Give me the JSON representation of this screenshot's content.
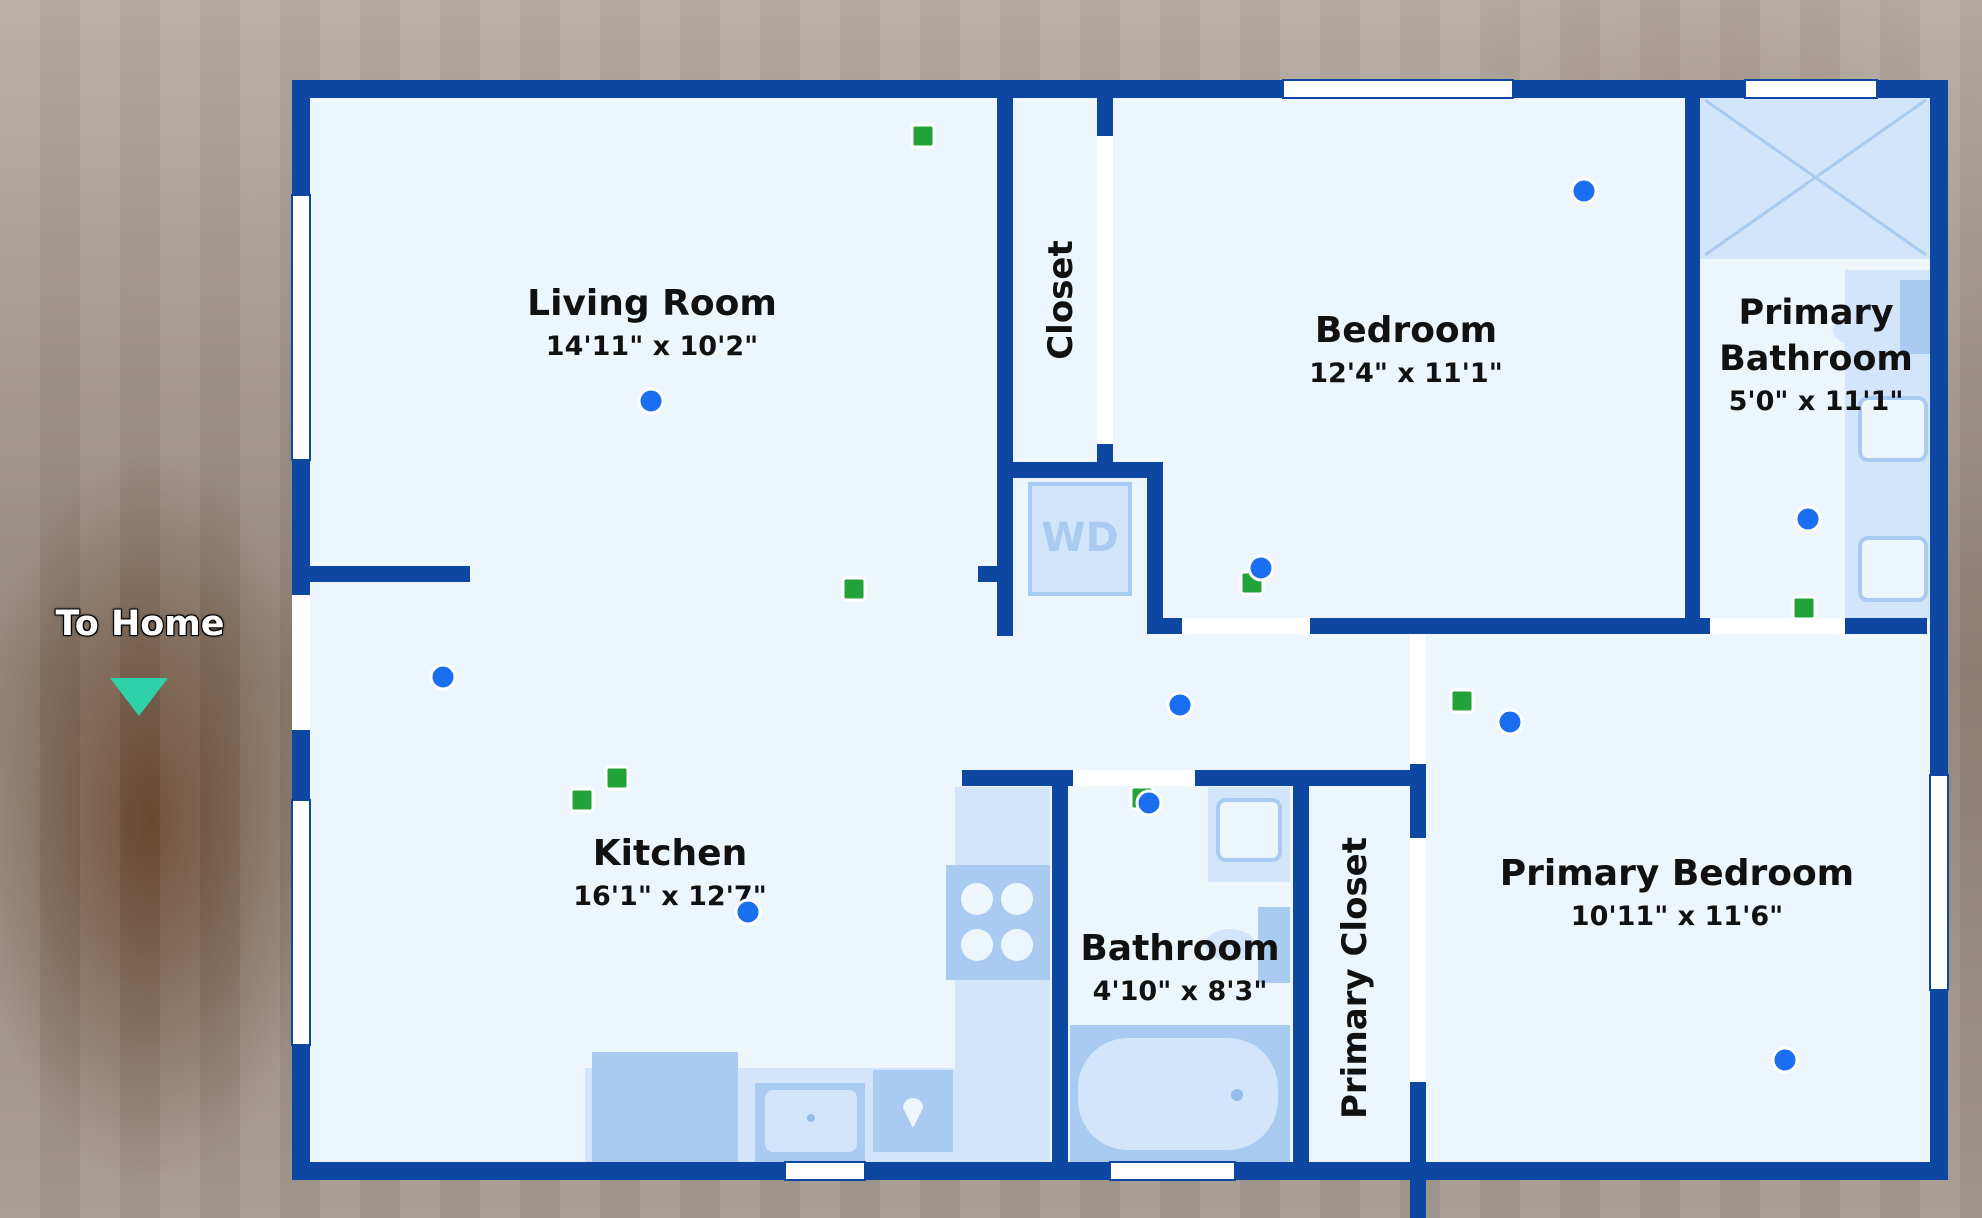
{
  "nav": {
    "to_home_label": "To Home"
  },
  "colors": {
    "wall": "#0d47a1",
    "floor": "#eef6fd",
    "fixture": "#a9cbf2",
    "fixture_dark": "#93bceb",
    "photo_marker": "#22a33a",
    "view_marker": "#1a6ff0",
    "to_home_arrow": "#2fd1a9"
  },
  "rooms": {
    "living_room": {
      "name": "Living Room",
      "dims": "14'11\" x 10'2\""
    },
    "kitchen": {
      "name": "Kitchen",
      "dims": "16'1\" x 12'7\""
    },
    "closet": {
      "name": "Closet"
    },
    "bedroom": {
      "name": "Bedroom",
      "dims": "12'4\" x 11'1\""
    },
    "primary_bathroom": {
      "name_line1": "Primary",
      "name_line2": "Bathroom",
      "dims": "5'0\" x 11'1\""
    },
    "bathroom": {
      "name": "Bathroom",
      "dims": "4'10\" x 8'3\""
    },
    "primary_closet": {
      "name": "Primary Closet"
    },
    "primary_bedroom": {
      "name": "Primary Bedroom",
      "dims": "10'11\" x 11'6\""
    }
  },
  "fixtures": {
    "washer_dryer": "WD"
  }
}
